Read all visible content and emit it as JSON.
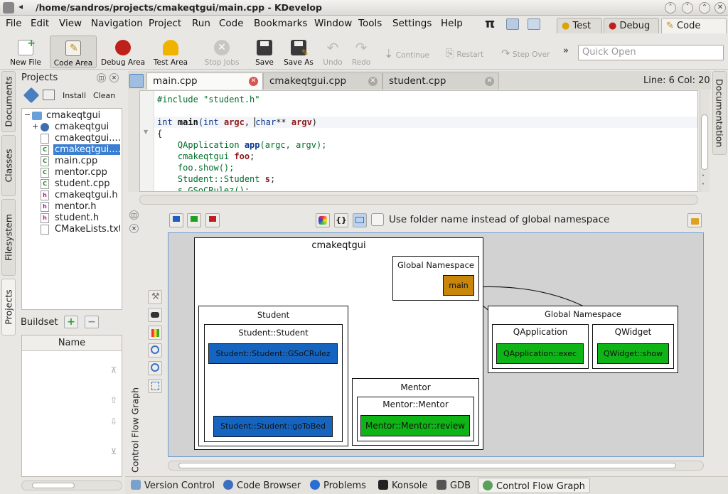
{
  "window": {
    "title": "/home/sandros/projects/cmakeqtgui/main.cpp - KDevelop"
  },
  "menu": [
    "File",
    "Edit",
    "View",
    "Navigation",
    "Project",
    "Run",
    "Code",
    "Bookmarks",
    "Window",
    "Tools",
    "Settings",
    "Help"
  ],
  "areas": [
    "Test",
    "Debug",
    "Code"
  ],
  "toolbar": {
    "new_file": "New File",
    "code_area": "Code Area",
    "debug_area": "Debug Area",
    "test_area": "Test Area",
    "stop_jobs": "Stop Jobs",
    "save": "Save",
    "save_as": "Save As",
    "undo": "Undo",
    "redo": "Redo",
    "continue": "Continue",
    "restart": "Restart",
    "step_over": "Step Over",
    "quick_open_placeholder": "Quick Open"
  },
  "left_tabs": [
    "Documents",
    "Classes",
    "Filesystem",
    "Projects"
  ],
  "right_tabs": [
    "Documentation"
  ],
  "projects": {
    "title": "Projects",
    "install": "Install",
    "clean": "Clean",
    "tree": [
      {
        "label": "cmakeqtgui",
        "kind": "project"
      },
      {
        "label": "cmakeqtgui",
        "kind": "target"
      },
      {
        "label": "cmakeqtgui....",
        "kind": "file"
      },
      {
        "label": "cmakeqtgui....",
        "kind": "cpp",
        "selected": true
      },
      {
        "label": "main.cpp",
        "kind": "cpp"
      },
      {
        "label": "mentor.cpp",
        "kind": "cpp"
      },
      {
        "label": "student.cpp",
        "kind": "cpp"
      },
      {
        "label": "cmakeqtgui.h",
        "kind": "h"
      },
      {
        "label": "mentor.h",
        "kind": "h"
      },
      {
        "label": "student.h",
        "kind": "h"
      },
      {
        "label": "CMakeLists.txt",
        "kind": "txt"
      }
    ]
  },
  "buildset": {
    "title": "Buildset",
    "column": "Name"
  },
  "editor": {
    "tabs": [
      {
        "label": "main.cpp",
        "active": true
      },
      {
        "label": "cmakeqtgui.cpp"
      },
      {
        "label": "student.cpp"
      }
    ],
    "cursor": "Line: 6 Col: 20",
    "lines": {
      "l1": "#include \"student.h\"",
      "l3a": "int ",
      "l3b": "main",
      "l3c": "(int ",
      "l3d": "argc",
      ",": ", ",
      "l3e": "char",
      "l3f": "** ",
      "l3g": "argv",
      ")": ")",
      "l4": "{",
      "l5a": "    QApplication ",
      "l5b": "app",
      "l5c": "(argc, argv);",
      "l6a": "    cmakeqtgui ",
      "l6b": "foo",
      ";": ";",
      "l7": "    foo.show();",
      "l8a": "    Student::Student ",
      "l8b": "s",
      "l9": "    s.GSoCRulez();"
    }
  },
  "graph": {
    "option_label": "Use folder name instead of global namespace",
    "panel_title": "Control Flow Graph",
    "nodes": {
      "cluster_root": "cmakeqtgui",
      "global_ns_left": "Global Namespace",
      "main": "main",
      "student": "Student",
      "student_student": "Student::Student",
      "gsoc": "Student::Student::GSoCRulez",
      "gotobed": "Student::Student::goToBed",
      "mentor": "Mentor",
      "mentor_mentor": "Mentor::Mentor",
      "review": "Mentor::Mentor::review",
      "global_ns_right": "Global Namespace",
      "qapplication": "QApplication",
      "qwidget": "QWidget",
      "qapp_exec": "QApplication::exec",
      "qwidget_show": "QWidget::show"
    },
    "colors": {
      "student_nodes": "#1565c0",
      "external_nodes": "#0fb416",
      "entry": "#c8860a"
    }
  },
  "bottom_tabs": [
    "Version Control",
    "Code Browser",
    "Problems",
    "Konsole",
    "GDB",
    "Control Flow Graph"
  ]
}
